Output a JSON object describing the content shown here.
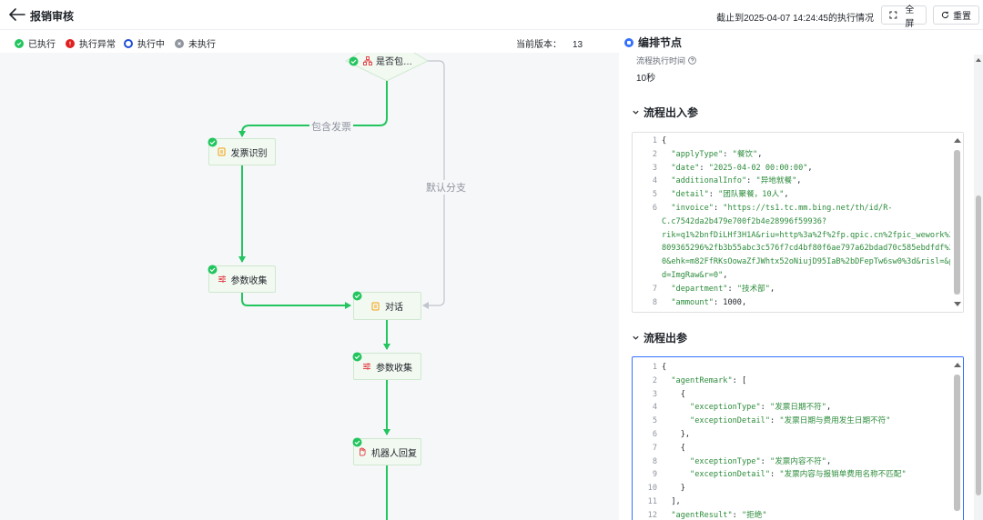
{
  "header": {
    "title": "报销审核",
    "as_of_text": "截止到2025-04-07 14:24:45的执行情况",
    "fullscreen_label": "全屏",
    "reset_label": "重置"
  },
  "legend": {
    "items": [
      {
        "label": "已执行",
        "color": "#22c55e"
      },
      {
        "label": "执行异常",
        "color": "#e02020"
      },
      {
        "label": "执行中",
        "color": "#1d4ed8"
      },
      {
        "label": "未执行",
        "color": "#8f959e"
      }
    ],
    "version_label": "当前版本：",
    "version_value": "13"
  },
  "flow": {
    "nodes": {
      "condition": "是否包…",
      "invoice_ocr": "发票识别",
      "param_collect_1": "参数收集",
      "dialog": "对话",
      "param_collect_2": "参数收集",
      "bot_reply": "机器人回复"
    },
    "edge_labels": {
      "contains_invoice": "包含发票",
      "default_branch": "默认分支"
    },
    "colors": {
      "executed": "#22c55e",
      "pending": "#c0c4cc"
    }
  },
  "panel": {
    "title": "编排节点",
    "exec_time_label": "流程执行时间",
    "exec_time_value": "10秒",
    "input_section_title": "流程出入参",
    "output_section_title": "流程出参",
    "input_lines": [
      {
        "n": "1",
        "parts": [
          [
            "p",
            "{"
          ]
        ]
      },
      {
        "n": "2",
        "parts": [
          [
            "p",
            "  "
          ],
          [
            "s",
            "\"applyType\""
          ],
          [
            "p",
            ": "
          ],
          [
            "s",
            "\"餐饮\""
          ],
          [
            "p",
            ","
          ]
        ]
      },
      {
        "n": "3",
        "parts": [
          [
            "p",
            "  "
          ],
          [
            "s",
            "\"date\""
          ],
          [
            "p",
            ": "
          ],
          [
            "s",
            "\"2025-04-02 00:00:00\""
          ],
          [
            "p",
            ","
          ]
        ]
      },
      {
        "n": "4",
        "parts": [
          [
            "p",
            "  "
          ],
          [
            "s",
            "\"additionalInfo\""
          ],
          [
            "p",
            ": "
          ],
          [
            "s",
            "\"异地就餐\""
          ],
          [
            "p",
            ","
          ]
        ]
      },
      {
        "n": "5",
        "parts": [
          [
            "p",
            "  "
          ],
          [
            "s",
            "\"detail\""
          ],
          [
            "p",
            ": "
          ],
          [
            "s",
            "\"团队聚餐，10人\""
          ],
          [
            "p",
            ","
          ]
        ]
      },
      {
        "n": "6",
        "parts": [
          [
            "p",
            "  "
          ],
          [
            "s",
            "\"invoice\""
          ],
          [
            "p",
            ": "
          ],
          [
            "s",
            "\"https://ts1.tc.mm.bing.net/th/id/R-"
          ]
        ]
      },
      {
        "n": "",
        "parts": [
          [
            "s",
            "C.c7542da2b479e700f2b4e28996f59936?"
          ]
        ]
      },
      {
        "n": "",
        "parts": [
          [
            "s",
            "rik=q1%2bnfDiLHf3H1A&riu=http%3a%2f%2fp.qpic.cn%2fpic_wework%2f"
          ]
        ]
      },
      {
        "n": "",
        "parts": [
          [
            "s",
            "809365296%2fb3b55abc3c576f7cd4bf80f6ae797a62bdad70c585ebdfdf%2f"
          ]
        ]
      },
      {
        "n": "",
        "parts": [
          [
            "s",
            "0&ehk=m82FfRKsOowaZfJWhtx52oNiujD95IaB%2bDFepTw6sw0%3d&risl=&pi"
          ]
        ]
      },
      {
        "n": "",
        "parts": [
          [
            "s",
            "d=ImgRaw&r=0\""
          ],
          [
            "p",
            ","
          ]
        ]
      },
      {
        "n": "7",
        "parts": [
          [
            "p",
            "  "
          ],
          [
            "s",
            "\"department\""
          ],
          [
            "p",
            ": "
          ],
          [
            "s",
            "\"技术部\""
          ],
          [
            "p",
            ","
          ]
        ]
      },
      {
        "n": "8",
        "parts": [
          [
            "p",
            "  "
          ],
          [
            "s",
            "\"ammount\""
          ],
          [
            "p",
            ": 1000,"
          ]
        ]
      }
    ],
    "output_lines": [
      {
        "n": "1",
        "parts": [
          [
            "p",
            "{"
          ]
        ]
      },
      {
        "n": "2",
        "parts": [
          [
            "p",
            "  "
          ],
          [
            "s",
            "\"agentRemark\""
          ],
          [
            "p",
            ": ["
          ]
        ]
      },
      {
        "n": "3",
        "parts": [
          [
            "p",
            "    {"
          ]
        ]
      },
      {
        "n": "4",
        "parts": [
          [
            "p",
            "      "
          ],
          [
            "s",
            "\"exceptionType\""
          ],
          [
            "p",
            ": "
          ],
          [
            "s",
            "\"发票日期不符\""
          ],
          [
            "p",
            ","
          ]
        ]
      },
      {
        "n": "5",
        "parts": [
          [
            "p",
            "      "
          ],
          [
            "s",
            "\"exceptionDetail\""
          ],
          [
            "p",
            ": "
          ],
          [
            "s",
            "\"发票日期与费用发生日期不符\""
          ]
        ]
      },
      {
        "n": "6",
        "parts": [
          [
            "p",
            "    },"
          ]
        ]
      },
      {
        "n": "7",
        "parts": [
          [
            "p",
            "    {"
          ]
        ]
      },
      {
        "n": "8",
        "parts": [
          [
            "p",
            "      "
          ],
          [
            "s",
            "\"exceptionType\""
          ],
          [
            "p",
            ": "
          ],
          [
            "s",
            "\"发票内容不符\""
          ],
          [
            "p",
            ","
          ]
        ]
      },
      {
        "n": "9",
        "parts": [
          [
            "p",
            "      "
          ],
          [
            "s",
            "\"exceptionDetail\""
          ],
          [
            "p",
            ": "
          ],
          [
            "s",
            "\"发票内容与报销单费用名称不匹配\""
          ]
        ]
      },
      {
        "n": "10",
        "parts": [
          [
            "p",
            "    }"
          ]
        ]
      },
      {
        "n": "11",
        "parts": [
          [
            "p",
            "  ],"
          ]
        ]
      },
      {
        "n": "12",
        "parts": [
          [
            "p",
            "  "
          ],
          [
            "s",
            "\"agentResult\""
          ],
          [
            "p",
            ": "
          ],
          [
            "s",
            "\"拒绝\""
          ]
        ]
      }
    ]
  }
}
